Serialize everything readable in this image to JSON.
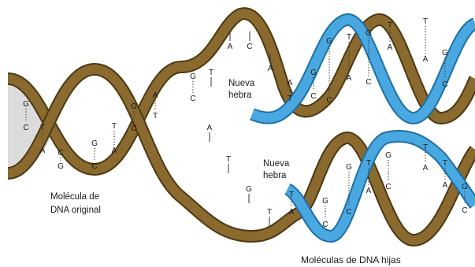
{
  "labels": {
    "original_line1": "Molécula de",
    "original_line2": "DNA original",
    "new_strand_top_line1": "Nueva",
    "new_strand_top_line2": "hebra",
    "new_strand_bottom_line1": "Nueva",
    "new_strand_bottom_line2": "hebra",
    "daughters": "Moléculas de DNA hijas"
  },
  "colors": {
    "original_strand": "#8a6a2e",
    "original_strand_dark": "#4e3812",
    "new_strand": "#4aa8e0",
    "new_strand_dark": "#1e6fa8"
  },
  "bases": {
    "original_pairs": [
      {
        "top": "G",
        "bottom": "C"
      },
      {
        "top": "T",
        "bottom": "A"
      },
      {
        "top": "C",
        "bottom": "G"
      },
      {
        "top": "G",
        "bottom": "C"
      },
      {
        "top": "T",
        "bottom": "A"
      },
      {
        "top": "G",
        "bottom": "C"
      },
      {
        "top": "A",
        "bottom": "T"
      },
      {
        "top": "G",
        "bottom": "C"
      }
    ],
    "upper_parent_single": [
      "T",
      "A",
      "C",
      "A"
    ],
    "lower_parent_single": [
      "A",
      "T",
      "G",
      "T"
    ],
    "upper_daughter_pairs": [
      {
        "top": "A",
        "bottom": "T"
      },
      {
        "top": "G",
        "bottom": "C"
      },
      {
        "top": "G",
        "bottom": "C"
      },
      {
        "top": "T",
        "bottom": "A"
      },
      {
        "top": "G",
        "bottom": "C"
      },
      {
        "top": "T",
        "bottom": "A"
      },
      {
        "top": "T",
        "bottom": "A"
      },
      {
        "top": "G",
        "bottom": "C"
      }
    ],
    "lower_daughter_pairs": [
      {
        "top": "T",
        "bottom": "A"
      },
      {
        "top": "G",
        "bottom": "C"
      },
      {
        "top": "G",
        "bottom": "C"
      },
      {
        "top": "T",
        "bottom": "A"
      },
      {
        "top": "G",
        "bottom": "C"
      },
      {
        "top": "T",
        "bottom": "A"
      },
      {
        "top": "T",
        "bottom": "A"
      },
      {
        "top": "G",
        "bottom": "C"
      }
    ]
  }
}
